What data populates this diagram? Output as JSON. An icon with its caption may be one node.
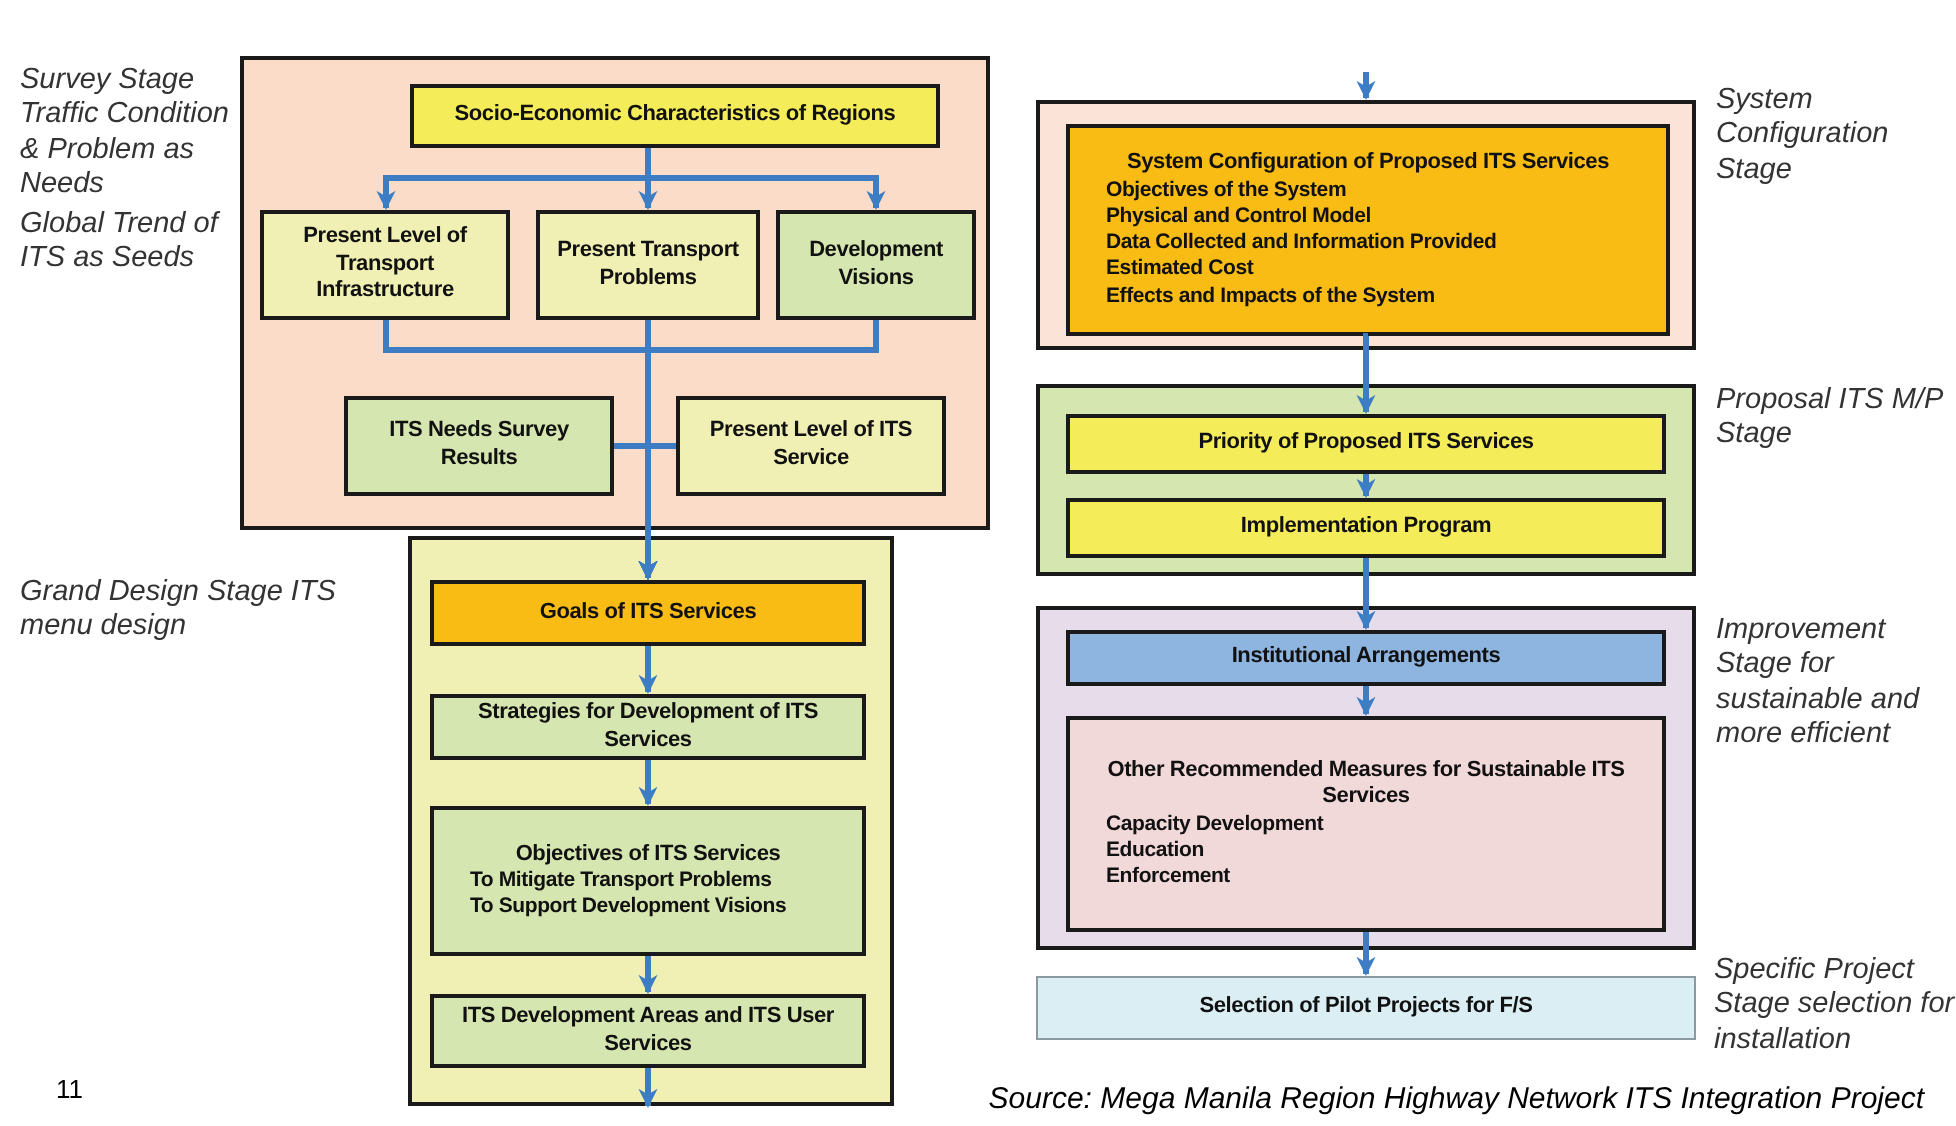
{
  "diagram": {
    "nodes": [
      {
        "text": [
          "Survey Stage Traffic Condition & Problem as Needs",
          "Global Trend of ITS as Seeds"
        ]
      },
      {
        "text": [
          "Socio-Economic Characteristics of Regions"
        ],
        "in": 0
      },
      {
        "text": [
          "Present Level of Transport Infrastructure"
        ],
        "in": 0
      },
      {
        "text": [
          "Present Transport Problems"
        ],
        "in": 0
      },
      {
        "text": [
          "Development Visions"
        ],
        "in": 0
      },
      {
        "text": [
          "ITS Needs Survey Results"
        ],
        "in": 0
      },
      {
        "text": [
          "Present Level of ITS Service"
        ],
        "in": 0
      },
      {
        "text": [
          "Grand Design Stage ITS menu design"
        ]
      },
      {
        "text": [
          "Goals of ITS Services"
        ],
        "in": 7
      },
      {
        "text": [
          "Strategies for Development of ITS Services"
        ],
        "in": 7
      },
      {
        "text": [
          "Objectives of ITS Services",
          "To Mitigate Transport Problems",
          "To Support Development Visions"
        ],
        "in": 7
      },
      {
        "text": [
          "ITS Development Areas and ITS User Services"
        ],
        "in": 7
      },
      {
        "text": [
          "System Configuration Stage"
        ]
      },
      {
        "text": [
          "System Configuration of Proposed ITS Services",
          "Objectives of the System",
          "Physical and Control Model",
          "Data Collected and Information Provided",
          "Estimated Cost",
          "Effects and Impacts of the System"
        ],
        "in": 12
      },
      {
        "text": [
          "Proposal ITS M/P Stage"
        ]
      },
      {
        "text": [
          "Priority of Proposed ITS Services"
        ],
        "in": 14
      },
      {
        "text": [
          "Implementation Program"
        ],
        "in": 14
      },
      {
        "text": [
          "Improvement Stage for sustainable and more efficient"
        ]
      },
      {
        "text": [
          "Institutional Arrangements"
        ],
        "in": 17
      },
      {
        "text": [
          "Other Recommended Measures for Sustainable ITS Services",
          "Capacity Development",
          "Education",
          "Enforcement"
        ],
        "in": 17
      },
      {
        "text": [
          "Selection of Pilot Projects for F/S"
        ],
        "beside": [
          "Specific Project Stage selection for installation"
        ]
      }
    ],
    "edges": [
      {
        "from": 1,
        "to": 2,
        "arrow": "to"
      },
      {
        "from": 1,
        "to": 3,
        "arrow": "to"
      },
      {
        "from": 1,
        "to": 4,
        "arrow": "to"
      },
      {
        "from": 2,
        "to": 8,
        "arrow": "to"
      },
      {
        "from": 3,
        "to": 8,
        "arrow": "to"
      },
      {
        "from": 4,
        "to": 8,
        "arrow": "to"
      },
      {
        "from": 5,
        "to": 8,
        "arrow": "to"
      },
      {
        "from": 6,
        "to": 8,
        "arrow": "to"
      },
      {
        "from": 8,
        "to": 9,
        "arrow": "to"
      },
      {
        "from": 9,
        "to": 10,
        "arrow": "to"
      },
      {
        "from": 10,
        "to": 11,
        "arrow": "to"
      },
      {
        "from": 11,
        "to": null,
        "arrow": "to"
      },
      {
        "from": null,
        "to": 12,
        "arrow": "to"
      },
      {
        "from": 13,
        "to": 15,
        "arrow": "to"
      },
      {
        "from": 15,
        "to": 16,
        "arrow": "to"
      },
      {
        "from": 16,
        "to": 18,
        "arrow": "to"
      },
      {
        "from": 18,
        "to": 19,
        "arrow": "to"
      },
      {
        "from": 19,
        "to": 20,
        "arrow": "to"
      }
    ],
    "labels": [
      "11",
      "Source: Mega Manila Region Highway Network ITS Integration Project"
    ]
  }
}
